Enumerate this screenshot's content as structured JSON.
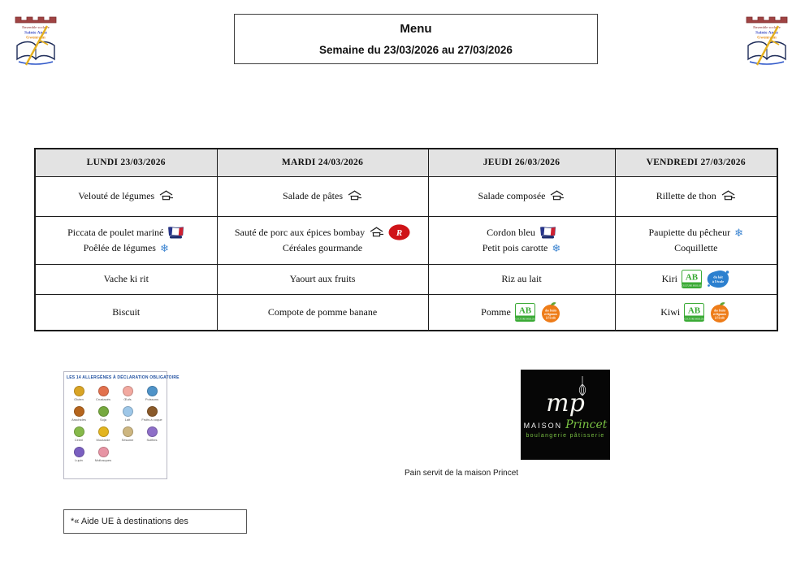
{
  "title_box": {
    "title": "Menu",
    "subtitle": "Semaine du 23/03/2026 au 27/03/2026"
  },
  "school_logo": {
    "line1": "Ensemble scolaire",
    "line2": "Sainte Anne",
    "line3": "Gwenrann"
  },
  "table": {
    "headers": [
      "LUNDI 23/03/2026",
      "MARDI 24/03/2026",
      "JEUDI 26/03/2026",
      "VENDREDI 27/03/2026"
    ],
    "rows": [
      {
        "name": "entrees",
        "cells": [
          {
            "lines": [
              {
                "text": "Velouté de légumes",
                "icons": [
                  "fait-maison"
                ]
              }
            ]
          },
          {
            "lines": [
              {
                "text": "Salade de pâtes",
                "icons": [
                  "fait-maison"
                ]
              }
            ]
          },
          {
            "lines": [
              {
                "text": "Salade composée",
                "icons": [
                  "fait-maison"
                ]
              }
            ]
          },
          {
            "lines": [
              {
                "text": "Rillette de thon",
                "icons": [
                  "fait-maison"
                ]
              }
            ]
          }
        ]
      },
      {
        "name": "plats",
        "cells": [
          {
            "lines": [
              {
                "text": "Piccata de poulet mariné",
                "icons": [
                  "viande-francaise"
                ]
              },
              {
                "text": "Poêlée de légumes",
                "icons": [
                  "snowflake"
                ]
              }
            ]
          },
          {
            "lines": [
              {
                "text": "Sauté de porc aux épices bombay",
                "icons": [
                  "fait-maison",
                  "label-rouge"
                ]
              },
              {
                "text": "Céréales gourmande",
                "icons": []
              }
            ]
          },
          {
            "lines": [
              {
                "text": "Cordon bleu",
                "icons": [
                  "viande-francaise"
                ]
              },
              {
                "text": "Petit pois carotte",
                "icons": [
                  "snowflake"
                ]
              }
            ]
          },
          {
            "lines": [
              {
                "text": "Paupiette du pêcheur",
                "icons": [
                  "snowflake"
                ]
              },
              {
                "text": "Coquillette",
                "icons": []
              }
            ]
          }
        ]
      },
      {
        "name": "laitages",
        "cells": [
          {
            "lines": [
              {
                "text": "Vache ki rit",
                "icons": []
              }
            ]
          },
          {
            "lines": [
              {
                "text": "Yaourt aux fruits",
                "icons": []
              }
            ]
          },
          {
            "lines": [
              {
                "text": "Riz au lait",
                "icons": []
              }
            ]
          },
          {
            "lines": [
              {
                "text": "Kiri",
                "icons": [
                  "ab-bio",
                  "lait-ecole"
                ]
              }
            ]
          }
        ]
      },
      {
        "name": "desserts",
        "cells": [
          {
            "lines": [
              {
                "text": "Biscuit",
                "icons": []
              }
            ]
          },
          {
            "lines": [
              {
                "text": "Compote de pomme banane",
                "icons": []
              }
            ]
          },
          {
            "lines": [
              {
                "text": "Pomme",
                "icons": [
                  "ab-bio",
                  "fruits-ecole"
                ]
              }
            ]
          },
          {
            "lines": [
              {
                "text": "Kiwi",
                "icons": [
                  "ab-bio",
                  "fruits-ecole"
                ]
              }
            ]
          }
        ]
      }
    ]
  },
  "allergens": {
    "title": "LES 14 ALLERGÈNES À DÉCLARATION OBLIGATOIRE",
    "items": [
      {
        "key": "gluten",
        "label": "Gluten",
        "color": "#d9a425"
      },
      {
        "key": "crustaces",
        "label": "Crustacés",
        "color": "#e2714d"
      },
      {
        "key": "oeufs",
        "label": "Œufs",
        "color": "#f2a9a0"
      },
      {
        "key": "poissons",
        "label": "Poissons",
        "color": "#4f93c8"
      },
      {
        "key": "arachides",
        "label": "Arachides",
        "color": "#b5651d"
      },
      {
        "key": "soja",
        "label": "Soja",
        "color": "#76a93f"
      },
      {
        "key": "lait",
        "label": "Lait",
        "color": "#9ec7e8"
      },
      {
        "key": "fruits-a-coque",
        "label": "Fruits à coque",
        "color": "#8a5a2a"
      },
      {
        "key": "celeri",
        "label": "Céleri",
        "color": "#86b94a"
      },
      {
        "key": "moutarde",
        "label": "Moutarde",
        "color": "#e3b51f"
      },
      {
        "key": "sesame",
        "label": "Sésame",
        "color": "#cdb680"
      },
      {
        "key": "sulfites",
        "label": "Sulfites",
        "color": "#8e6fc8"
      },
      {
        "key": "lupin",
        "label": "Lupin",
        "color": "#7a5fc0"
      },
      {
        "key": "mollusques",
        "label": "Mollusques",
        "color": "#e794a4"
      }
    ]
  },
  "princet": {
    "monogram": "mp",
    "brand": "MAISON",
    "brand2": "Princet",
    "tagline": "boulangerie pâtisserie"
  },
  "caption": "Pain servit de la maison Princet",
  "footnote": "*« Aide UE à destinations des"
}
